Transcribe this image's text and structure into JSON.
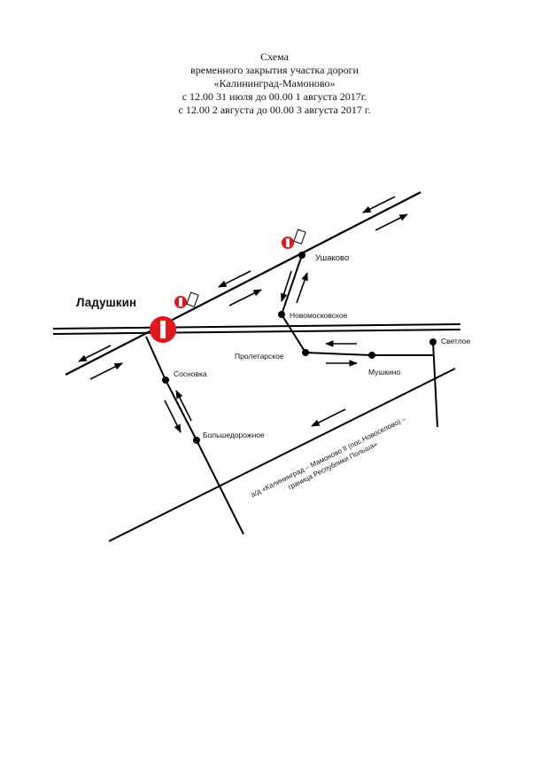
{
  "title": {
    "line1": "Схема",
    "line2": "временного закрытия участка дороги",
    "line3": "«Калининград-Мамоново»",
    "line4": "с 12.00 31 июля до 00.00 1 августа 2017г.",
    "line5": "с 12.00 2 августа до 00.00 3 августа 2017 г."
  },
  "places": {
    "ladushkin": "Ладушкин",
    "ushakovo": "Ушаково",
    "novomoskovskoe": "Новомосковское",
    "proletarskoe": "Пролетарское",
    "mushkino": "Мушкино",
    "svetloe": "Светлое",
    "sosnovka": "Сосновка",
    "bolshedorozhnoe": "Большедорожное"
  },
  "road_label": {
    "line1": "а/д «Калининград – Мамоново II (пос.Новоселово) –",
    "line2": "граница Республики Польша»"
  },
  "colors": {
    "line": "#000000",
    "no_entry_sign": "#e3161b",
    "sign_bar": "#ffffff"
  }
}
